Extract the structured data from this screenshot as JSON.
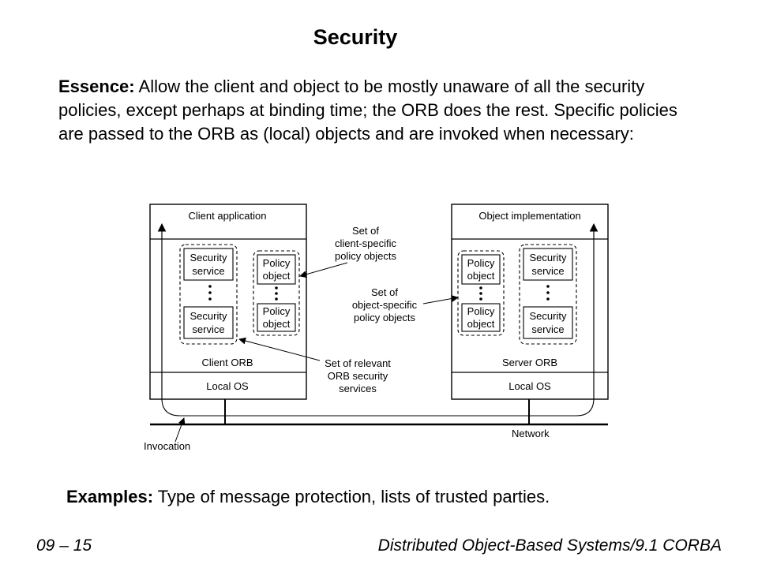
{
  "slide": {
    "title": "Security",
    "essence_lead": "Essence:",
    "essence_text": " Allow the client and object to be mostly unaware of all the security policies, except perhaps at binding time; the ORB does the rest. Specific policies are passed to the ORB as (local) objects and are invoked when necessary:",
    "examples_lead": "Examples:",
    "examples_text": " Type of message protection, lists of trusted parties."
  },
  "diagram": {
    "client_app": "Client application",
    "object_impl": "Object implementation",
    "client_orb": "Client ORB",
    "server_orb": "Server ORB",
    "local_os": "Local OS",
    "security_line1": "Security",
    "security_line2": "service",
    "policy_line1": "Policy",
    "policy_line2": "object",
    "annot_client_specific": [
      "Set of",
      "client-specific",
      "policy objects"
    ],
    "annot_object_specific": [
      "Set of",
      "object-specific",
      "policy objects"
    ],
    "annot_orb_services": [
      "Set of relevant",
      "ORB security",
      "services"
    ],
    "network": "Network",
    "invocation": "Invocation"
  },
  "footer": {
    "left": "09 – 15",
    "right": "Distributed Object-Based Systems/9.1 CORBA"
  }
}
